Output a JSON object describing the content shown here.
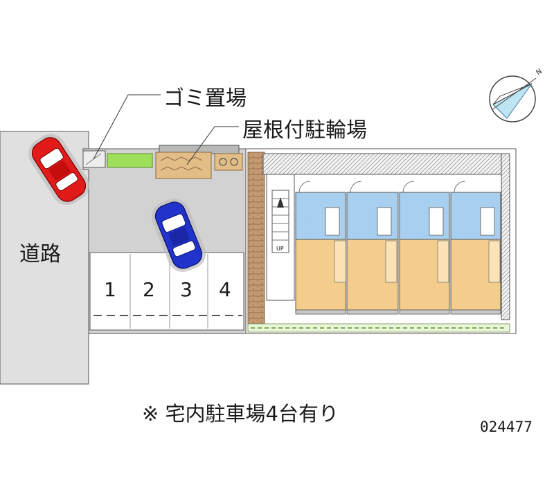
{
  "labels": {
    "garbage": "ゴミ置場",
    "bike_shelter": "屋根付駐輪場",
    "road": "道路",
    "stair_up": "UP",
    "note": "※ 宅内駐車場4台有り",
    "property_id": "024477"
  },
  "parking": {
    "spaces": [
      "1",
      "2",
      "3",
      "4"
    ]
  },
  "compass": {
    "north_letter": "N",
    "icon": "compass-icon"
  },
  "cars": [
    {
      "name": "red-car",
      "color": "#e11a1a"
    },
    {
      "name": "blue-car",
      "color": "#2233cc"
    }
  ],
  "colors": {
    "road": "#e0e0e0",
    "lot": "#d2d2d2",
    "wet_room": "#a9d0f0",
    "living_room": "#f4cd8c",
    "brick": "#b48a64",
    "shelter": "#e2bd86",
    "planting": "#9ee05a"
  }
}
